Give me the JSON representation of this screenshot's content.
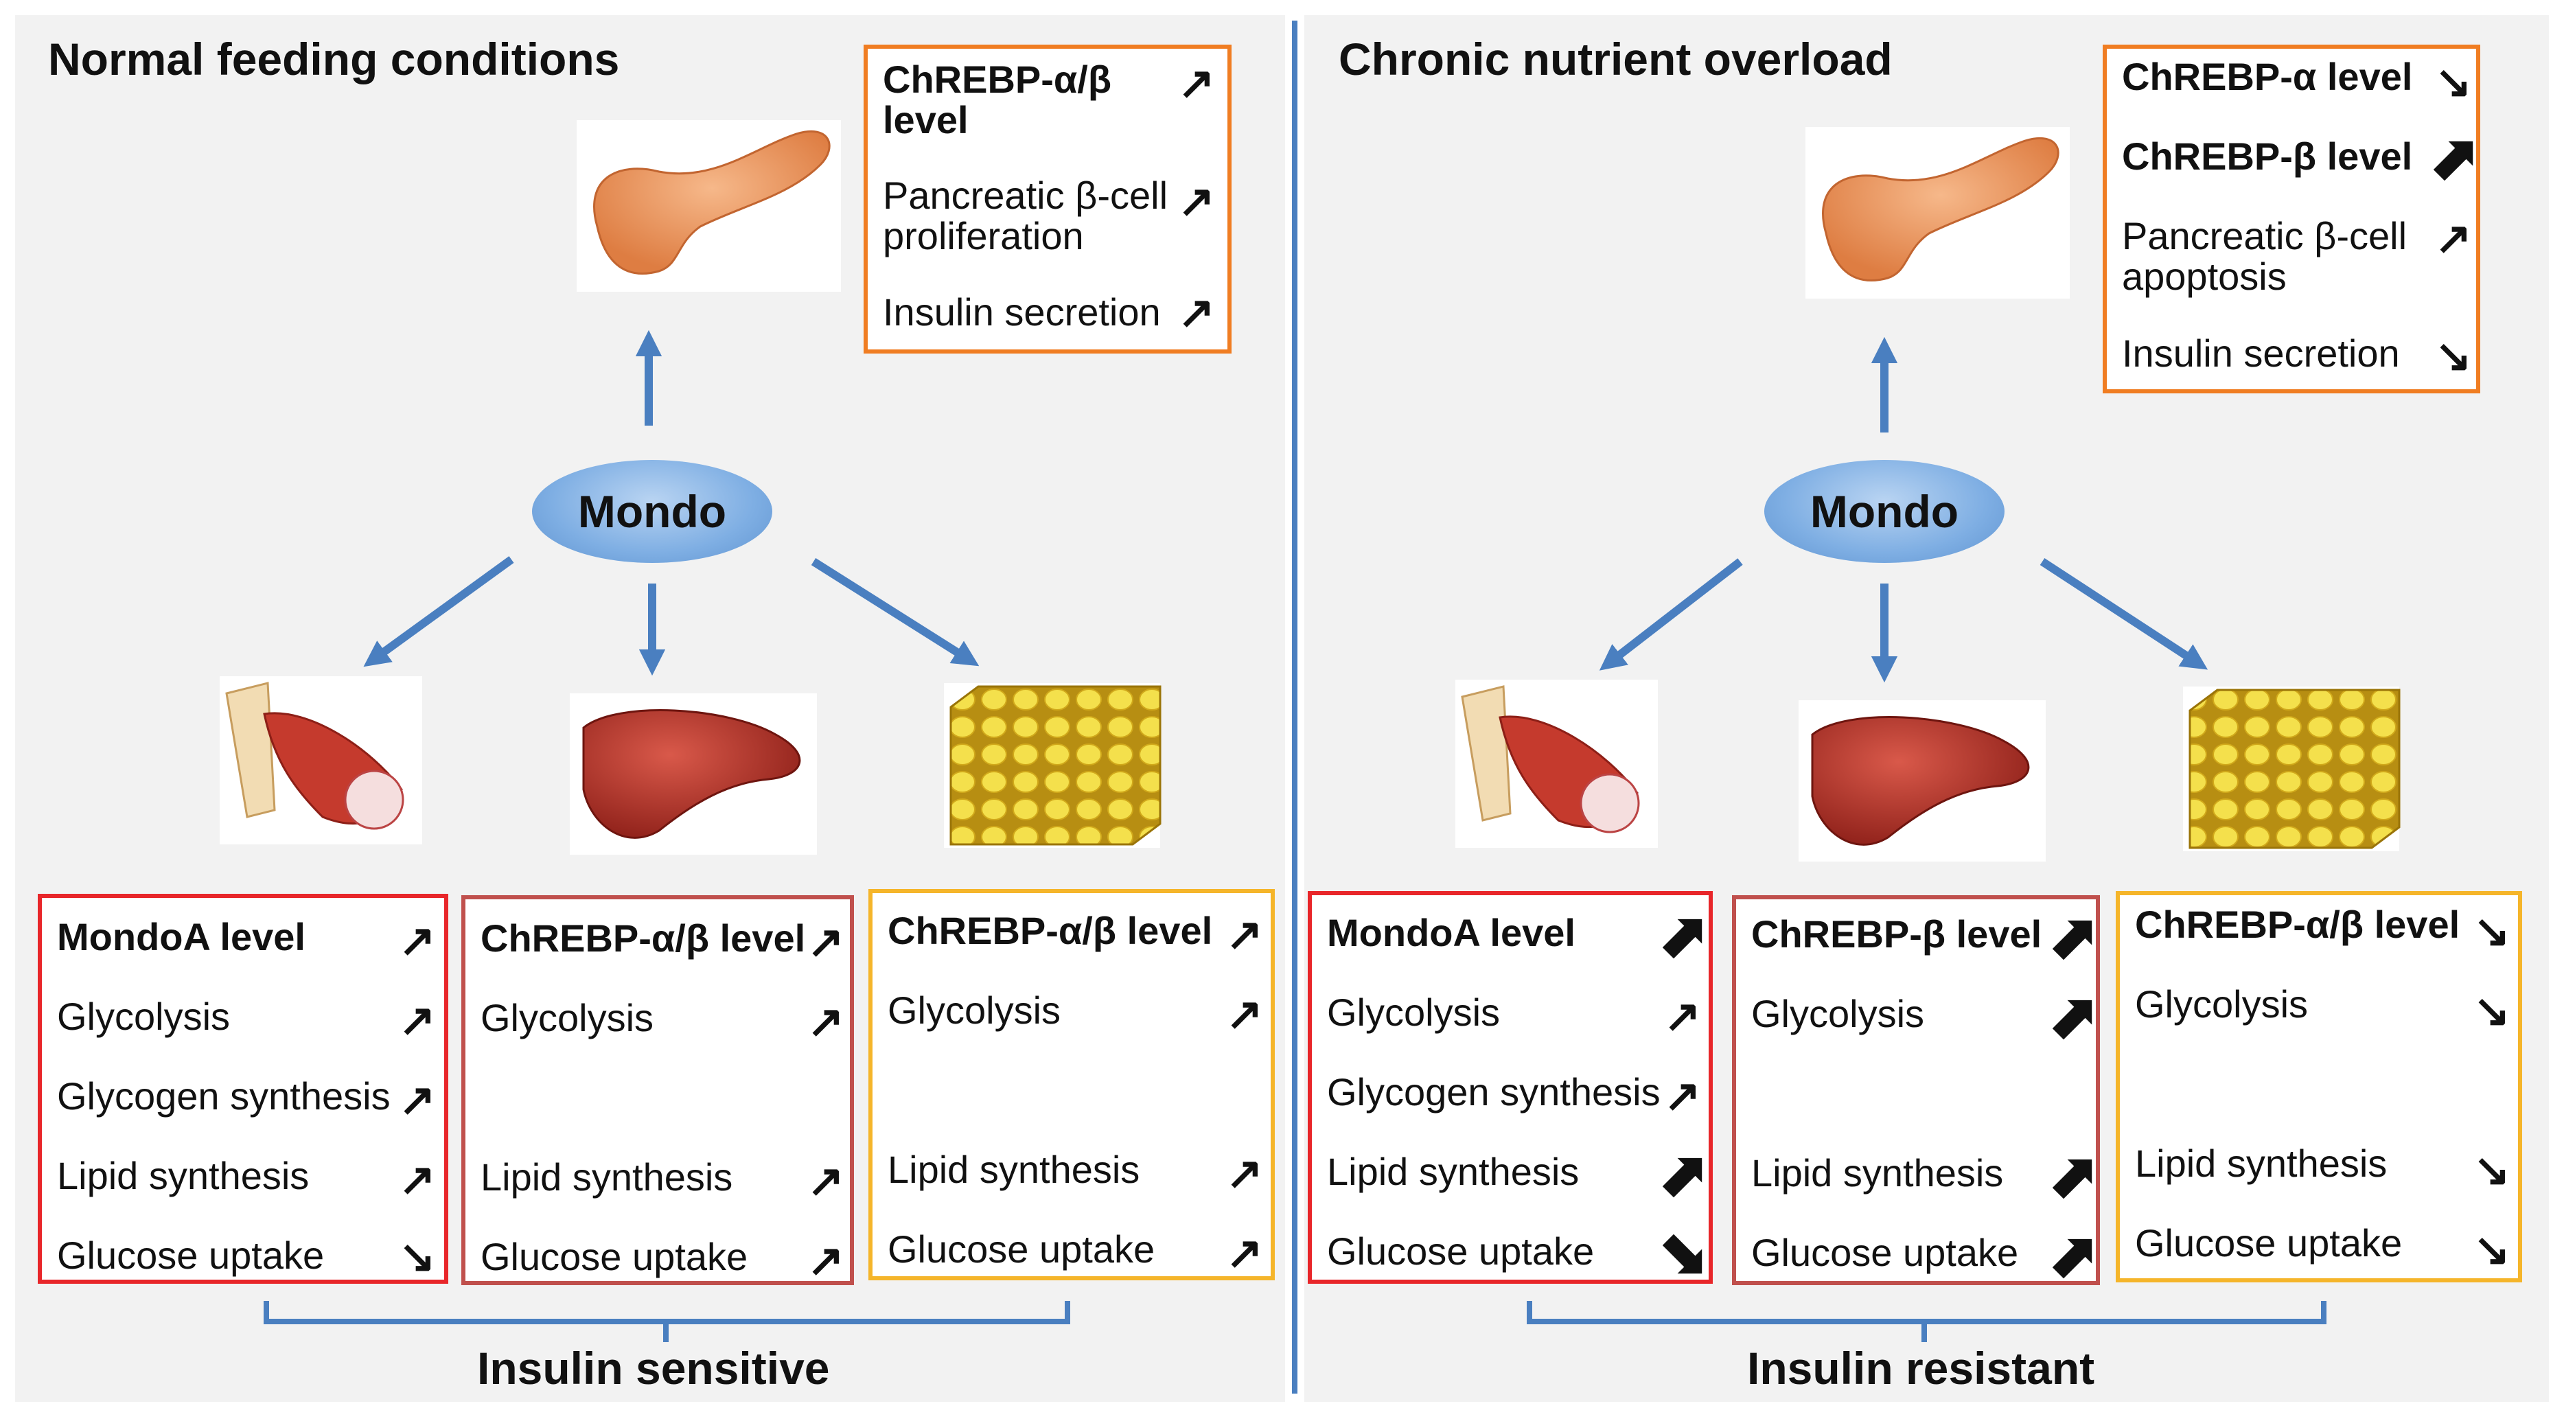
{
  "left": {
    "title": "Normal feeding conditions",
    "mondo": "Mondo",
    "pancreas_box": [
      {
        "label": "ChREBP-α/β level",
        "bold": true,
        "arrow": "↗",
        "big": false
      },
      {
        "label": "Pancreatic β-cell proliferation",
        "bold": false,
        "arrow": "↗",
        "big": false
      },
      {
        "label": "Insulin secretion",
        "bold": false,
        "arrow": "↗",
        "big": false
      }
    ],
    "muscle_box": [
      {
        "label": "MondoA level",
        "bold": true,
        "arrow": "↗",
        "big": false
      },
      {
        "label": "Glycolysis",
        "bold": false,
        "arrow": "↗",
        "big": false
      },
      {
        "label": "Glycogen synthesis",
        "bold": false,
        "arrow": "↗",
        "big": false
      },
      {
        "label": "Lipid synthesis",
        "bold": false,
        "arrow": "↗",
        "big": false
      },
      {
        "label": "Glucose uptake",
        "bold": false,
        "arrow": "↘",
        "big": false
      }
    ],
    "liver_box": [
      {
        "label": "ChREBP-α/β level",
        "bold": true,
        "arrow": "↗",
        "big": false
      },
      {
        "label": "Glycolysis",
        "bold": false,
        "arrow": "↗",
        "big": false
      },
      {
        "label": "Lipid  synthesis",
        "bold": false,
        "arrow": "↗",
        "big": false
      },
      {
        "label": "Glucose uptake",
        "bold": false,
        "arrow": "↗",
        "big": false
      }
    ],
    "adipose_box": [
      {
        "label": "ChREBP-α/β level",
        "bold": true,
        "arrow": "↗",
        "big": false
      },
      {
        "label": "Glycolysis",
        "bold": false,
        "arrow": "↗",
        "big": false
      },
      {
        "label": "Lipid synthesis",
        "bold": false,
        "arrow": "↗",
        "big": false
      },
      {
        "label": "Glucose uptake",
        "bold": false,
        "arrow": "↗",
        "big": false
      }
    ],
    "footer": "Insulin sensitive"
  },
  "right": {
    "title": "Chronic nutrient overload",
    "mondo": "Mondo",
    "pancreas_box": [
      {
        "label": "ChREBP-α level",
        "bold": true,
        "arrow": "↘",
        "big": false
      },
      {
        "label": "ChREBP-β level",
        "bold": true,
        "arrow": "⬈",
        "big": true
      },
      {
        "label": "Pancreatic β-cell apoptosis",
        "bold": false,
        "arrow": "↗",
        "big": false
      },
      {
        "label": "Insulin secretion",
        "bold": false,
        "arrow": "↘",
        "big": false
      }
    ],
    "muscle_box": [
      {
        "label": "MondoA level",
        "bold": true,
        "arrow": "⬈",
        "big": true
      },
      {
        "label": "Glycolysis",
        "bold": false,
        "arrow": "↗",
        "big": false
      },
      {
        "label": "Glycogen synthesis",
        "bold": false,
        "arrow": "↗",
        "big": false
      },
      {
        "label": "Lipid synthesis",
        "bold": false,
        "arrow": "⬈",
        "big": true
      },
      {
        "label": "Glucose uptake",
        "bold": false,
        "arrow": "⬊",
        "big": true
      }
    ],
    "liver_box": [
      {
        "label": "ChREBP-β level",
        "bold": true,
        "arrow": "⬈",
        "big": true
      },
      {
        "label": "Glycolysis",
        "bold": false,
        "arrow": "⬈",
        "big": true
      },
      {
        "label": "Lipid  synthesis",
        "bold": false,
        "arrow": "⬈",
        "big": true
      },
      {
        "label": "Glucose uptake",
        "bold": false,
        "arrow": "⬈",
        "big": true
      }
    ],
    "adipose_box": [
      {
        "label": "ChREBP-α/β level",
        "bold": true,
        "arrow": "↘",
        "big": false
      },
      {
        "label": "Glycolysis",
        "bold": false,
        "arrow": "↘",
        "big": false
      },
      {
        "label": "Lipid synthesis",
        "bold": false,
        "arrow": "↘",
        "big": false
      },
      {
        "label": "Glucose uptake",
        "bold": false,
        "arrow": "↘",
        "big": false
      }
    ],
    "footer": "Insulin resistant"
  },
  "colors": {
    "arrow_blue": "#4a7fc0",
    "pancreas_box": "#f07d22",
    "muscle_box": "#e8262a",
    "liver_box": "#c0504d",
    "adipose_box": "#f5b52a"
  }
}
